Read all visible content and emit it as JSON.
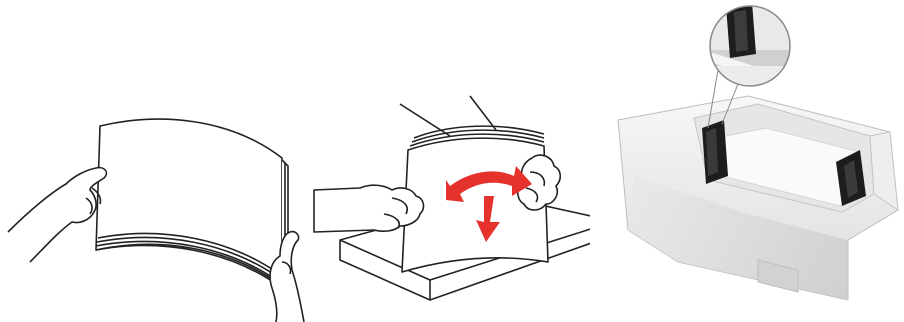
{
  "figure": {
    "panels": [
      {
        "id": "flex-paper",
        "kind": "illustration"
      },
      {
        "id": "tap-align-paper",
        "kind": "illustration"
      },
      {
        "id": "paper-tray-photo",
        "kind": "photo"
      }
    ]
  },
  "colors": {
    "line": "#222222",
    "arrow": "#e5322d",
    "tray_body": "#f2f2f2",
    "tray_shadow": "#cfcfcf",
    "guide": "#1d1d1d",
    "paper": "#fafafa"
  },
  "icons": [
    "double-headed-arrow-icon",
    "down-arrow-icon",
    "magnifier-callout-icon"
  ]
}
